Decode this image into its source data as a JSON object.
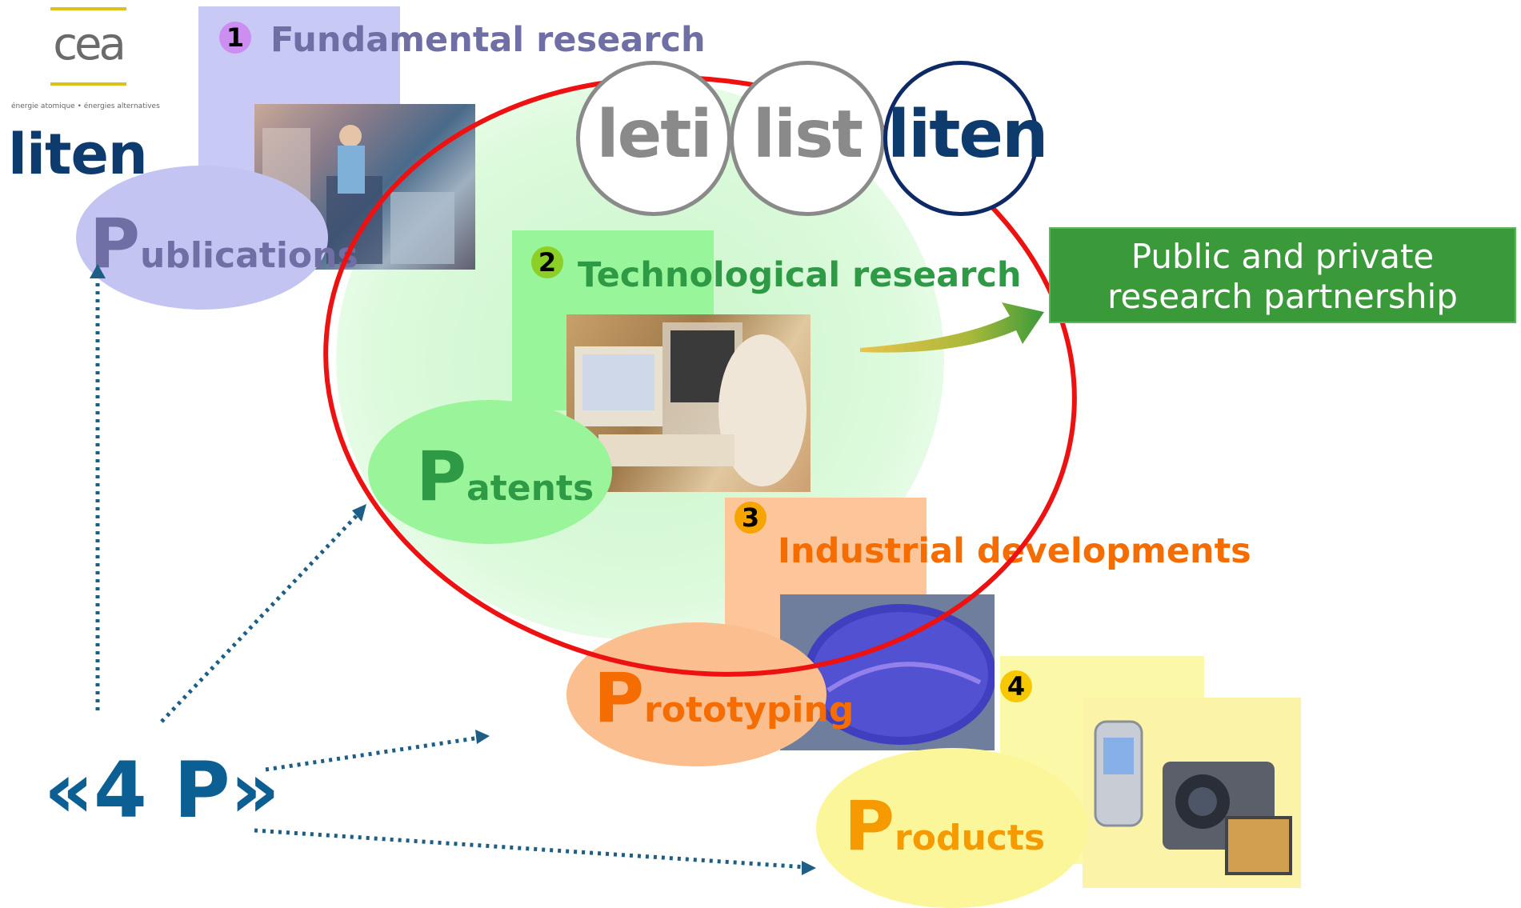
{
  "logos": {
    "cea": "cea",
    "cea_tagline": "énergie atomique • énergies alternatives",
    "liten": "liten"
  },
  "labs": {
    "leti": "leti",
    "list": "list",
    "liten": "liten"
  },
  "stages": [
    {
      "number": "1",
      "title": "Fundamental research",
      "p_letter": "P",
      "p_rest": "ublications",
      "color": "#6f6fa6",
      "block_color": "#c9c9f6",
      "ellipse_color": "#c4c4f2",
      "badge_color": "#cc8ef0"
    },
    {
      "number": "2",
      "title": "Technological research",
      "p_letter": "P",
      "p_rest": "atents",
      "color": "#2f9a45",
      "block_color": "#99f599",
      "ellipse_color": "#9af59a",
      "badge_color": "#8ccf26"
    },
    {
      "number": "3",
      "title": "Industrial developments",
      "p_letter": "P",
      "p_rest": "rototyping",
      "color": "#f56c00",
      "block_color": "#fcc69a",
      "ellipse_color": "#fbbf8f",
      "badge_color": "#f5a400"
    },
    {
      "number": "4",
      "title": "",
      "p_letter": "P",
      "p_rest": "roducts",
      "color": "#f59a00",
      "block_color": "#fbf9a8",
      "ellipse_color": "#fcf69a",
      "badge_color": "#f5c800"
    }
  ],
  "partnership": {
    "line1": "Public and private",
    "line2": "research partnership"
  },
  "four_p": "«4 P»",
  "colors": {
    "red_ring": "#ee1111",
    "green_glow": "#dafada",
    "arrow_dots": "#1d5e86",
    "partner_box": "#3a9a3a",
    "lab_gray": "#8a8a8a",
    "liten_blue": "#0d3b6e"
  }
}
